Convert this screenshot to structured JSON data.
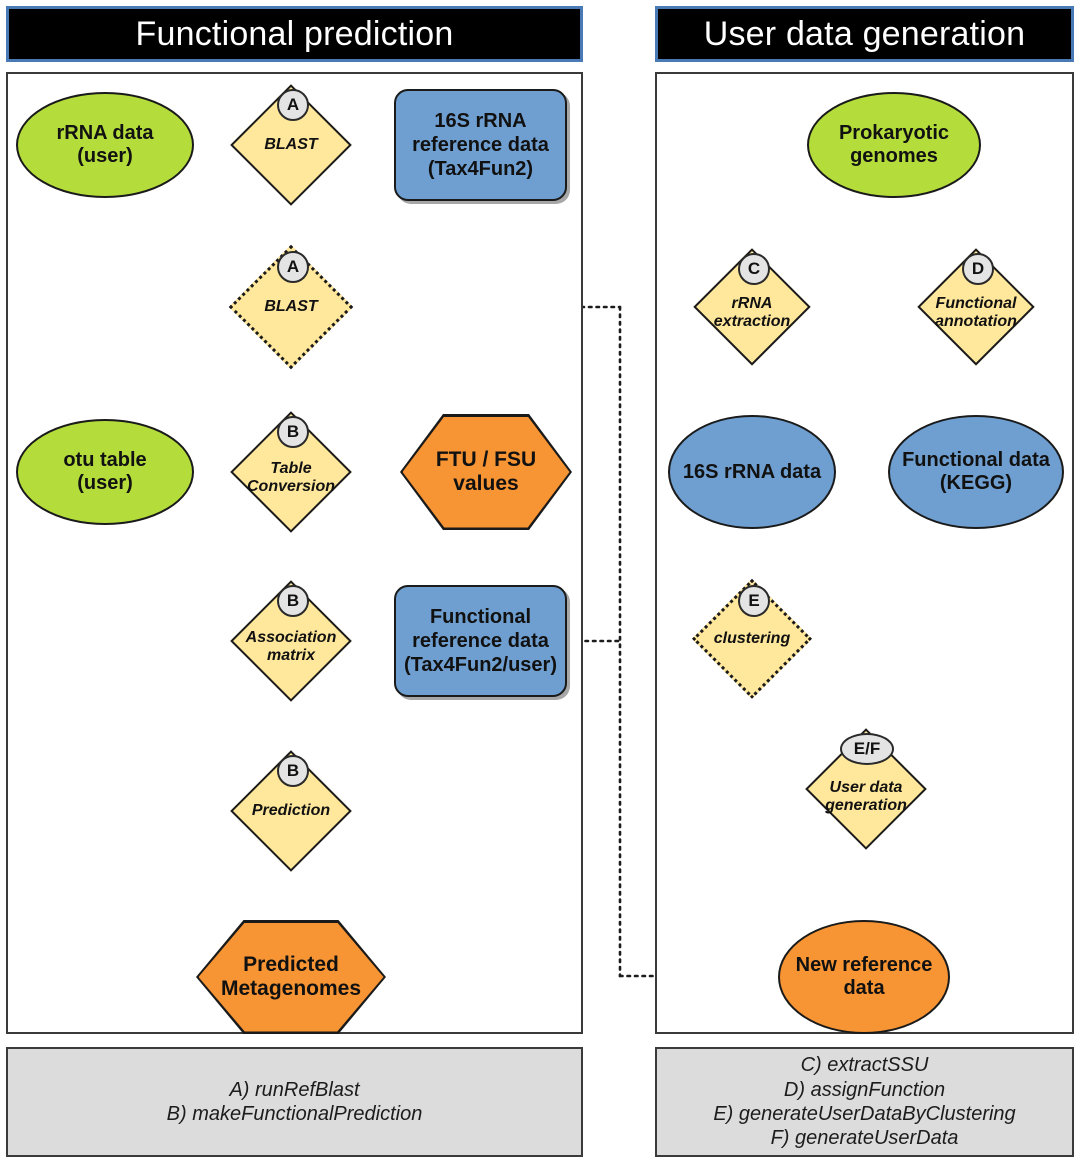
{
  "panels": [
    {
      "id": "functional-prediction",
      "title": "Functional prediction"
    },
    {
      "id": "user-data-generation",
      "title": "User data generation"
    }
  ],
  "colors": {
    "header_bg": "#000000",
    "header_border": "#4a7ab5",
    "header_text": "#ffffff",
    "green": "#b4dd3c",
    "blue": "#6f9fd0",
    "yellow": "#ffe79b",
    "orange": "#f79433",
    "legend_bg": "#dcdcdc",
    "outline": "#1a1a1a",
    "frame": "#3a3a3a"
  },
  "left_panel": {
    "nodes": {
      "rrna_data_user": {
        "text": "rRNA data\n(user)",
        "shape": "ellipse",
        "fill": "green"
      },
      "ref_16s": {
        "text": "16S rRNA\nreference data\n(Tax4Fun2)",
        "shape": "roundrect",
        "fill": "blue"
      },
      "blast_solid": {
        "text": "BLAST",
        "shape": "diamond",
        "fill": "yellow",
        "badge": "A",
        "border": "solid"
      },
      "blast_dotted": {
        "text": "BLAST",
        "shape": "diamond",
        "fill": "yellow",
        "badge": "A",
        "border": "dotted"
      },
      "otu_table_user": {
        "text": "otu table\n(user)",
        "shape": "ellipse",
        "fill": "green"
      },
      "table_conversion": {
        "text": "Table\nConversion",
        "shape": "diamond",
        "fill": "yellow",
        "badge": "B",
        "border": "solid"
      },
      "ftu_fsu_values": {
        "text": "FTU / FSU\nvalues",
        "shape": "hexagon",
        "fill": "orange"
      },
      "association_matrix": {
        "text": "Association\nmatrix",
        "shape": "diamond",
        "fill": "yellow",
        "badge": "B",
        "border": "solid"
      },
      "functional_ref": {
        "text": "Functional\nreference data\n(Tax4Fun2/user)",
        "shape": "roundrect",
        "fill": "blue"
      },
      "prediction": {
        "text": "Prediction",
        "shape": "diamond",
        "fill": "yellow",
        "badge": "B",
        "border": "solid"
      },
      "predicted_metagenomes": {
        "text": "Predicted\nMetagenomes",
        "shape": "hexagon",
        "fill": "orange"
      }
    },
    "legend": [
      "A) runRefBlast",
      "B) makeFunctionalPrediction"
    ]
  },
  "right_panel": {
    "nodes": {
      "prokaryotic_genomes": {
        "text": "Prokaryotic\ngenomes",
        "shape": "ellipse",
        "fill": "green"
      },
      "rrna_extraction": {
        "text": "rRNA\nextraction",
        "shape": "diamond",
        "fill": "yellow",
        "badge": "C",
        "border": "solid"
      },
      "functional_annotation": {
        "text": "Functional\nannotation",
        "shape": "diamond",
        "fill": "yellow",
        "badge": "D",
        "border": "solid"
      },
      "rrna_16s_data": {
        "text": "16S rRNA data",
        "shape": "ellipse",
        "fill": "blue"
      },
      "functional_data_kegg": {
        "text": "Functional data\n(KEGG)",
        "shape": "ellipse",
        "fill": "blue"
      },
      "clustering": {
        "text": "clustering",
        "shape": "diamond",
        "fill": "yellow",
        "badge": "E",
        "border": "dotted"
      },
      "user_data_generation": {
        "text": "User data\ngeneration",
        "shape": "diamond",
        "fill": "yellow",
        "badge": "E/F",
        "border": "solid"
      },
      "new_reference_data": {
        "text": "New reference\ndata",
        "shape": "ellipse",
        "fill": "orange"
      }
    },
    "legend": [
      "C) extractSSU",
      "D) assignFunction",
      "E) generateUserDataByClustering",
      "F) generateUserData"
    ]
  }
}
